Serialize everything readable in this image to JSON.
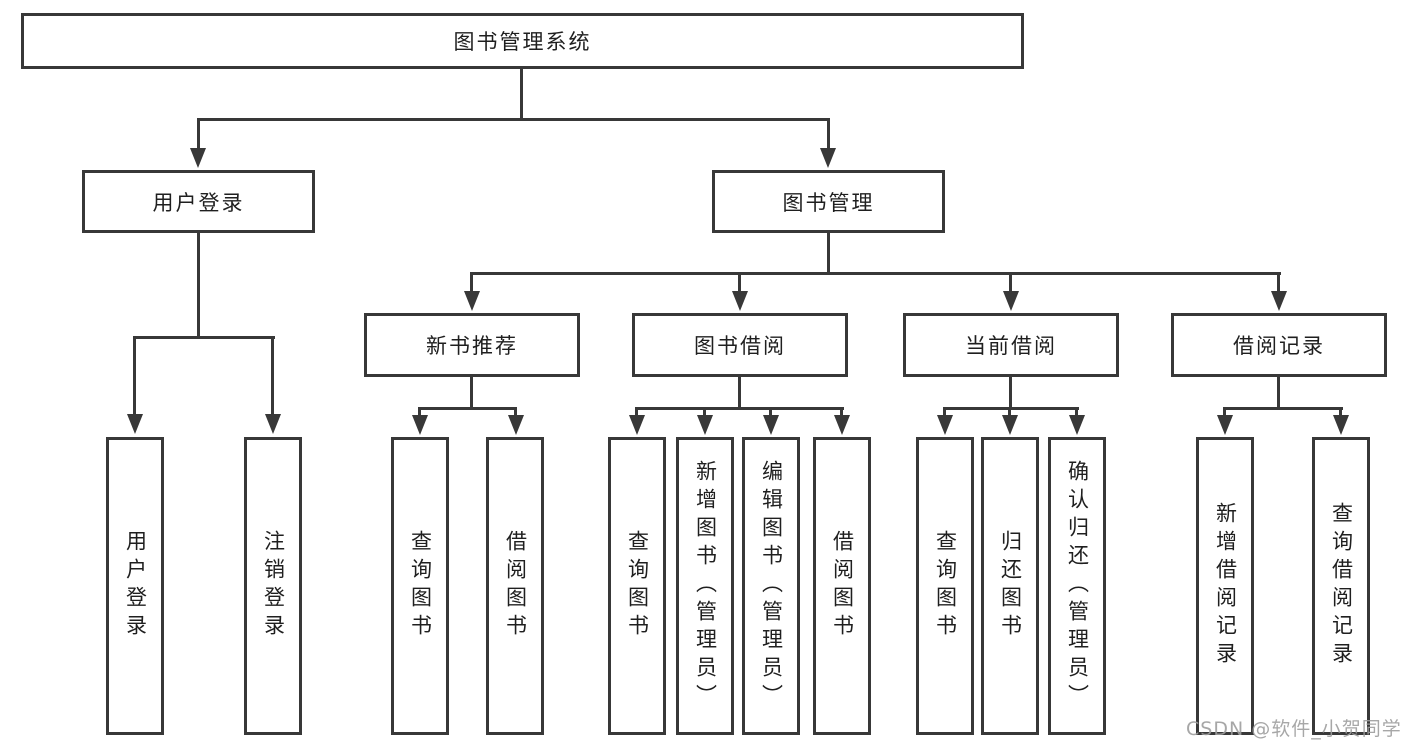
{
  "diagram": {
    "title": "图书管理系统",
    "nodes": {
      "root": "图书管理系统",
      "user_login": "用户登录",
      "book_mgmt": "图书管理",
      "new_book": "新书推荐",
      "book_borrow": "图书借阅",
      "current_borrow": "当前借阅",
      "borrow_record": "借阅记录",
      "leaf_user_login": "用户登录",
      "leaf_logout": "注销登录",
      "leaf_nb_query": "查询图书",
      "leaf_nb_borrow": "借阅图书",
      "leaf_bb_query": "查询图书",
      "leaf_bb_add": "新增图书（管理员）",
      "leaf_bb_edit": "编辑图书（管理员）",
      "leaf_bb_borrow": "借阅图书",
      "leaf_cb_query": "查询图书",
      "leaf_cb_return": "归还图书",
      "leaf_cb_confirm": "确认归还（管理员）",
      "leaf_br_add": "新增借阅记录",
      "leaf_br_query": "查询借阅记录"
    },
    "colors": {
      "line": "#383838",
      "box_background": "#ffffff",
      "text": "#1f1f1f",
      "watermark": "#9e9e9e"
    }
  },
  "watermark": "CSDN @软件_小贺同学"
}
